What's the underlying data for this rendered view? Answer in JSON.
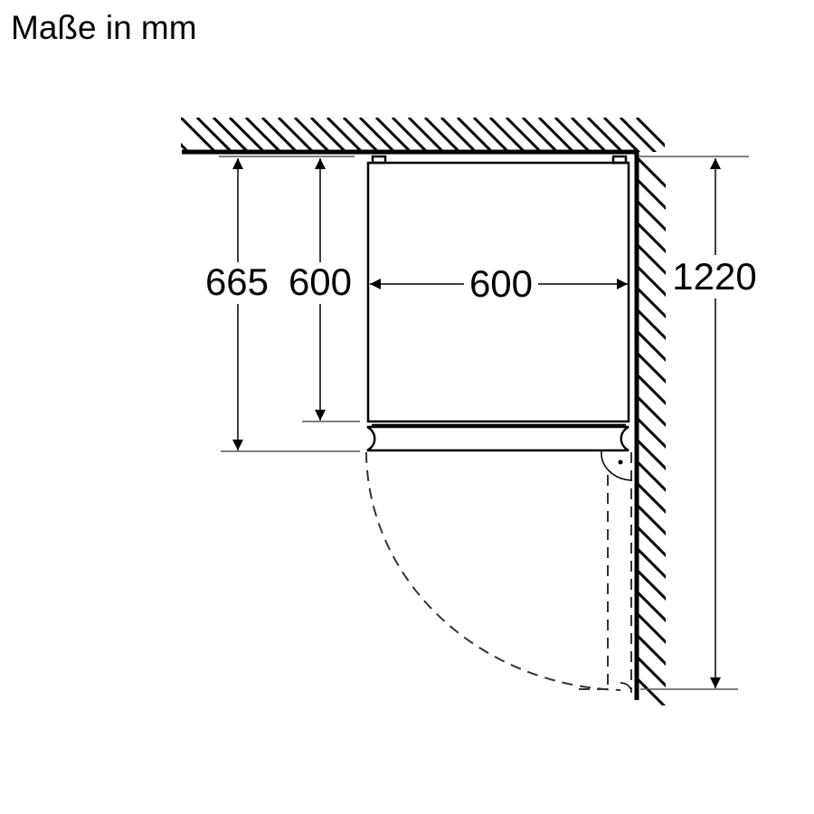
{
  "title": "Maße in mm",
  "dimensions": {
    "depth_total": "665",
    "depth_body": "600",
    "width": "600",
    "door_swing_depth": "1220"
  },
  "colors": {
    "line": "#000000",
    "extension_line": "#555555",
    "background": "#ffffff"
  }
}
